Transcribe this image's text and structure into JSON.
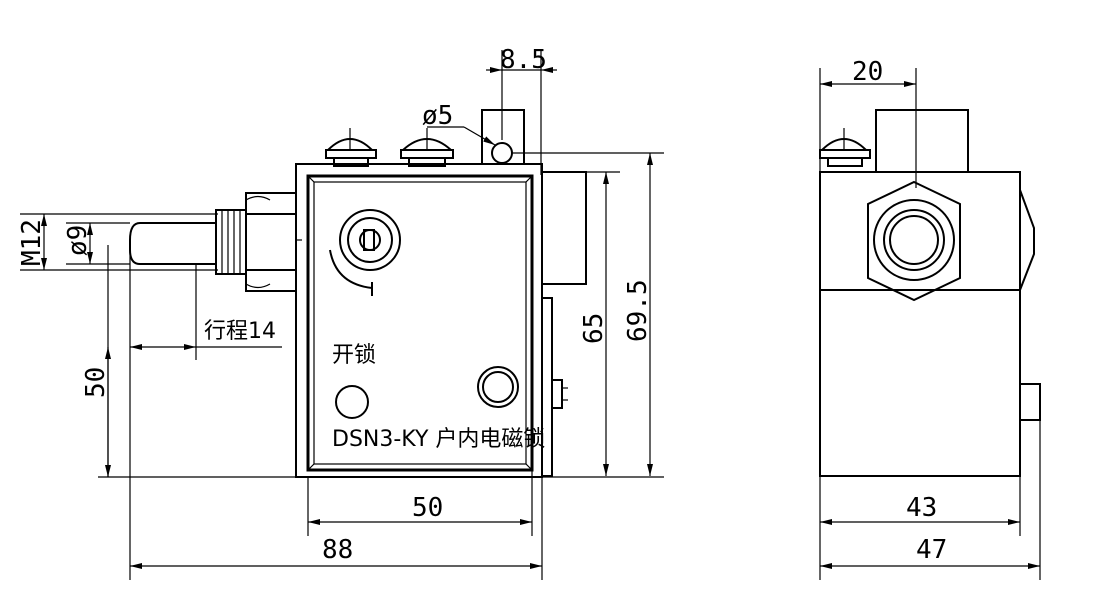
{
  "dimensions": {
    "d_8_5": "8.5",
    "d_phi5": "ø5",
    "d_20": "20",
    "d_m12": "M12",
    "d_phi9": "ø9",
    "d_stroke": "行程14",
    "d_50v": "50",
    "d_65": "65",
    "d_69_5": "69.5",
    "d_50h": "50",
    "d_88": "88",
    "d_43": "43",
    "d_47": "47"
  },
  "labels": {
    "unlock": "开锁",
    "model": "DSN3-KY 户内电磁锁"
  }
}
